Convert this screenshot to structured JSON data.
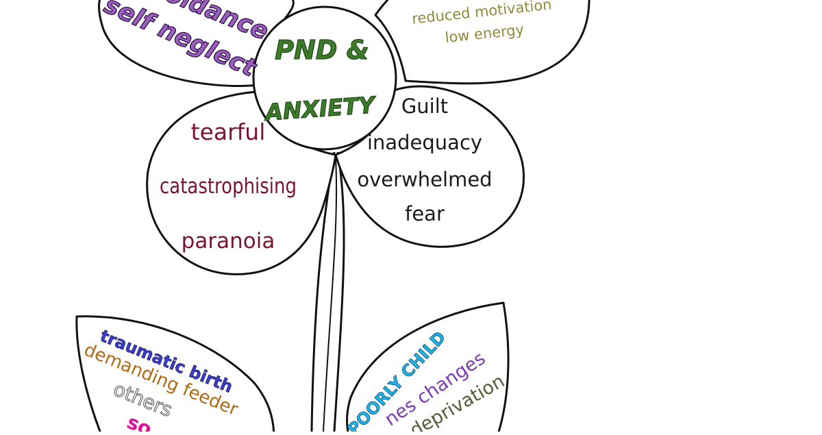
{
  "center": {
    "line1": "PND &",
    "line2": "ANXIETY"
  },
  "petals": {
    "top_left": [
      "self neglect",
      "avoidance"
    ],
    "top_right": [
      "reduced motivation",
      "low energy"
    ],
    "right": [
      "Guilt",
      "inadequacy",
      "overwhelmed",
      "fear"
    ],
    "left": [
      "tearful",
      "catastrophising",
      "paranoia"
    ]
  },
  "leaves": {
    "left": [
      "traumatic birth",
      "demanding feeder",
      "others",
      "so"
    ],
    "right": [
      "POORLY CHILD",
      "nes changes",
      "deprivation"
    ]
  },
  "colors": {
    "outline": "#111111",
    "center_text": "#3e7a2c",
    "purple_text": "#9b5fc0",
    "olive_text": "#8f8a3a",
    "dark_red_text": "#7a1430",
    "black_text": "#1a1a1a",
    "traumatic_birth": "#3b3bd9",
    "demanding_feeder": "#b06a14",
    "others": "#6a6a6a",
    "magenta": "#e0109a",
    "poorly_child": "#1fb4e8",
    "purple_leaf": "#7a3cb0",
    "deprivation": "#5a5a3a"
  }
}
